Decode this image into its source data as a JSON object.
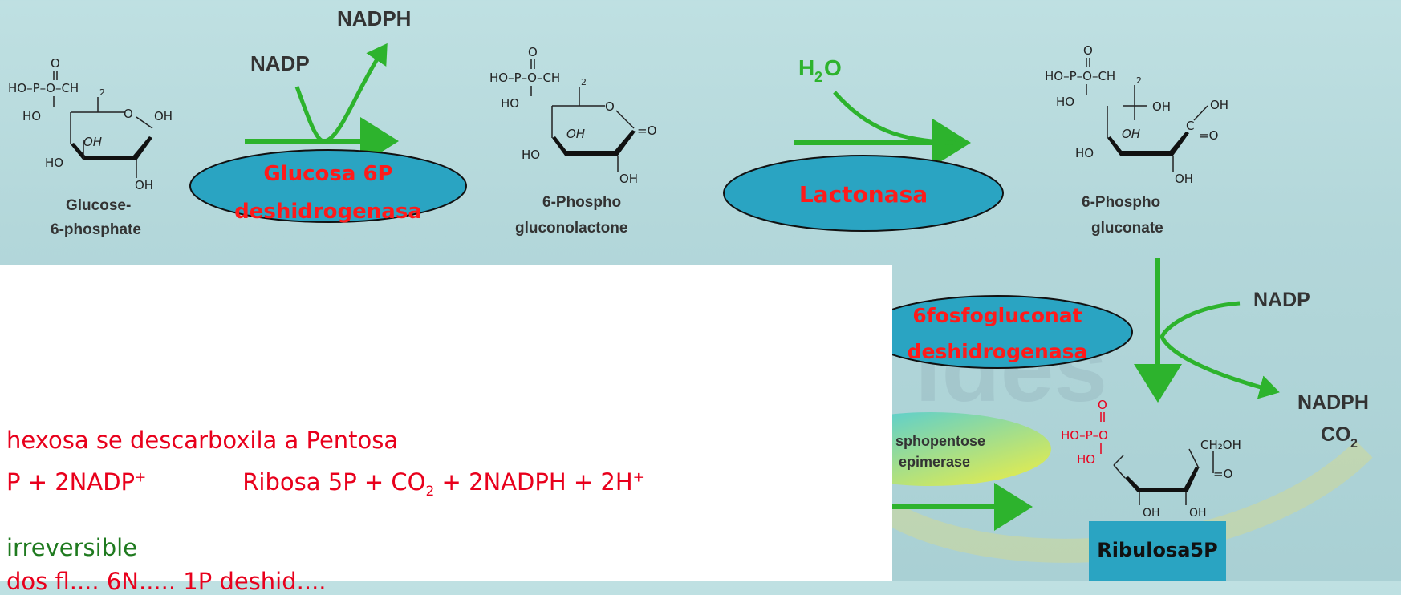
{
  "cofactors": {
    "nadph_top": "NADPH",
    "nadp_1": "NADP",
    "h2o_main": "H",
    "h2o_sub": "2",
    "h2o_tail": "O",
    "nadp_2": "NADP",
    "nadph_2": "NADPH",
    "co2_main": "CO",
    "co2_sub": "2"
  },
  "compounds": {
    "g6p_line1": "Glucose-",
    "g6p_line2": "6-phosphate",
    "pgl_line1": "6-Phospho",
    "pgl_line2": "gluconolactone",
    "pg_line1": "6-Phospho",
    "pg_line2": "gluconate"
  },
  "enzymes": {
    "g6pd_line1": "Glucosa 6P",
    "g6pd_line2": "deshidrogenasa",
    "lactonasa": "Lactonasa",
    "pgd_line1": "6fosfogluconat",
    "pgd_line2": "deshidrogenasa",
    "epimerase_line1": "sphopentose",
    "epimerase_line2": "epimerase"
  },
  "ribulosa_label": "Ribulosa5P",
  "watermark": "ides",
  "atoms": {
    "o": "O",
    "ho_p": "HO–P–O–CH",
    "ho": "HO",
    "oh": "OH",
    "eq_o": "=O",
    "ch2oh": "CH₂OH",
    "ho_p_o": "HO–P–O",
    "ch2_sub": "2",
    "c": "C"
  },
  "text": {
    "line1": "hexosa se descarboxila a Pentosa",
    "line2_left": "P + 2NADP",
    "line2_left_sup": "+",
    "line2_right_a": "Ribosa 5P + CO",
    "line2_right_sub": "2",
    "line2_right_b": " + 2NADPH + 2H",
    "line2_right_sup": "+",
    "line3": "irreversible",
    "line4": "dos fl.... 6N..... 1P deshid...."
  },
  "colors": {
    "arrow_green": "#2db32d",
    "enzyme_fill": "#2aa4c2",
    "enzyme_text": "#ff1a1a",
    "text_red": "#e8001c",
    "text_green": "#1f7a1f"
  }
}
